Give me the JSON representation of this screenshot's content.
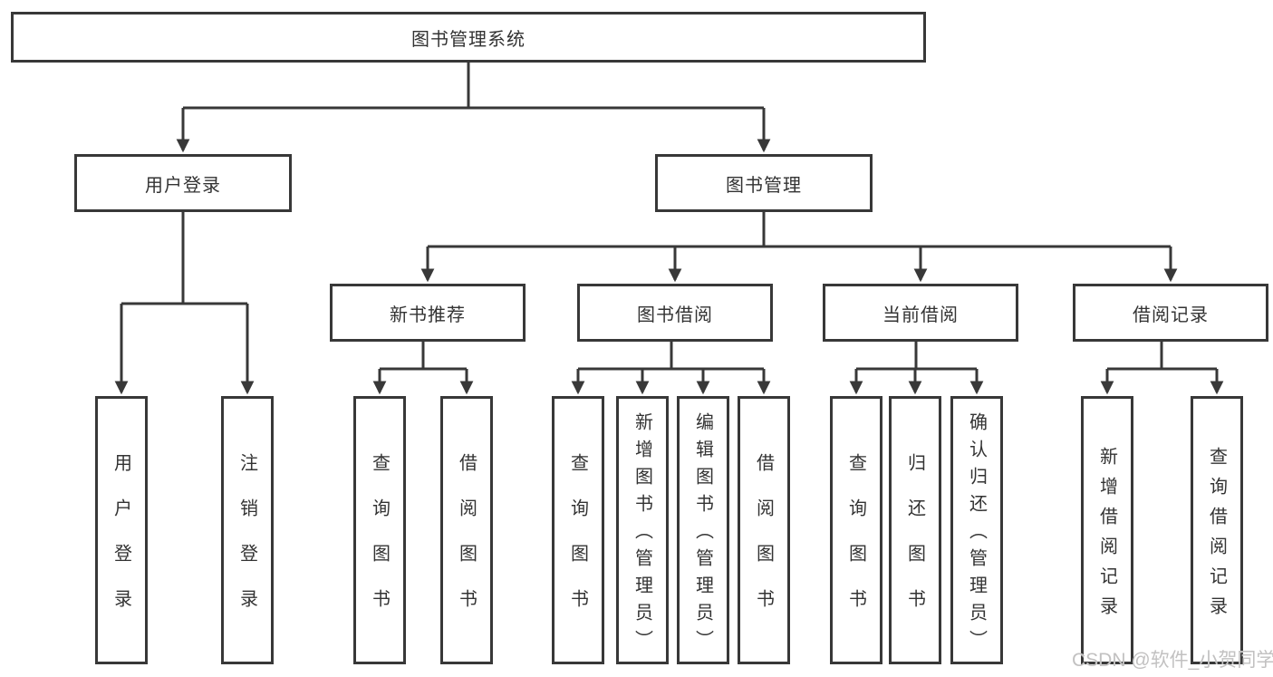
{
  "diagram": {
    "root": "图书管理系统",
    "groups": [
      {
        "label": "用户登录",
        "children": [
          "用户登录",
          "注销登录"
        ]
      },
      {
        "label": "图书管理",
        "sections": [
          {
            "label": "新书推荐",
            "children": [
              "查询图书",
              "借阅图书"
            ]
          },
          {
            "label": "图书借阅",
            "children": [
              "查询图书",
              "新增图书（管理员）",
              "编辑图书（管理员）",
              "借阅图书"
            ]
          },
          {
            "label": "当前借阅",
            "children": [
              "查询图书",
              "归还图书",
              "确认归还（管理员）"
            ]
          },
          {
            "label": "借阅记录",
            "children": [
              "新增借阅记录",
              "查询借阅记录"
            ]
          }
        ]
      }
    ]
  },
  "watermark": {
    "text": "CSDN @软件_小贺同学"
  },
  "colors": {
    "line": "#383838",
    "box_border": "#383838",
    "text": "#333333",
    "background": "#ffffff",
    "watermark": "#c2c1c1"
  }
}
